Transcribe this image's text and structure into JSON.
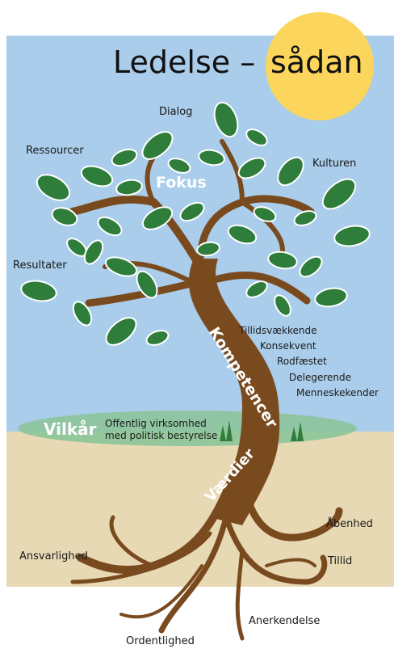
{
  "title": {
    "part1": "Ledelse –",
    "part2": "sådan"
  },
  "center_labels": {
    "fokus": "Fokus",
    "kompetencer": "Kompetencer",
    "vaerdier": "Værdier",
    "vilkaar": "Vilkår"
  },
  "vilkaar_text": {
    "line1": "Offentlig virksomhed",
    "line2": "med politisk bestyrelse"
  },
  "branch_labels": {
    "dialog": "Dialog",
    "ressourcer": "Ressourcer",
    "kulturen": "Kulturen",
    "resultater": "Resultater"
  },
  "competences": [
    "Tillidsvækkende",
    "Konsekvent",
    "Rodfæstet",
    "Delegerende",
    "Menneskekender"
  ],
  "root_labels": {
    "aabenhed": "Åbenhed",
    "ansvarlighed": "Ansvarlighed",
    "tillid": "Tillid",
    "anerkendelse": "Anerkendelse",
    "ordentlighed": "Ordentlighed"
  },
  "colors": {
    "sky": "#a9cdea",
    "ground": "#e8d9b5",
    "sun": "#fbd55c",
    "trunk": "#7a4a1f",
    "leaf": "#2e7d3a",
    "grass_ellipse": "#8cc49a"
  }
}
